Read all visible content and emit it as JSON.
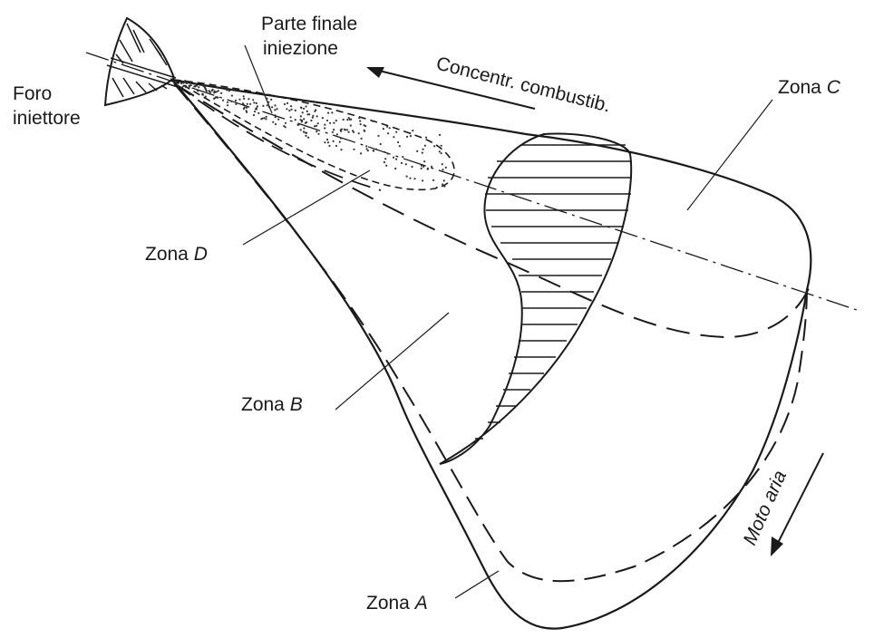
{
  "labels": {
    "injector_line1": "Foro",
    "injector_line2": "iniettore",
    "end_injection_line1": "Parte finale",
    "end_injection_line2": "iniezione",
    "fuel_concentration": "Concentr. combustib.",
    "zone_word": "Zona",
    "zone_a_letter": "A",
    "zone_b_letter": "B",
    "zone_c_letter": "C",
    "zone_d_letter": "D",
    "air_motion": "Moto aria"
  },
  "colors": {
    "ink": "#1a1a1a",
    "background": "#ffffff"
  }
}
